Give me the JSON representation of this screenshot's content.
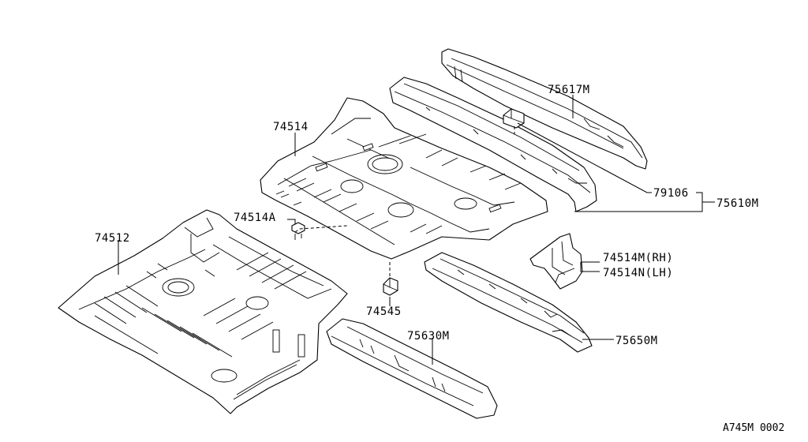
{
  "labels": {
    "p74512": "74512",
    "p74514": "74514",
    "p74514A": "74514A",
    "p74545": "74545",
    "p75630M": "75630M",
    "p75617M": "75617M",
    "p79106": "79106",
    "p75610M": "75610M",
    "p74514M": "74514M(RH)",
    "p74514N": "74514N(LH)",
    "p75650M": "75650M"
  },
  "diagram_code": "A745M 0002"
}
